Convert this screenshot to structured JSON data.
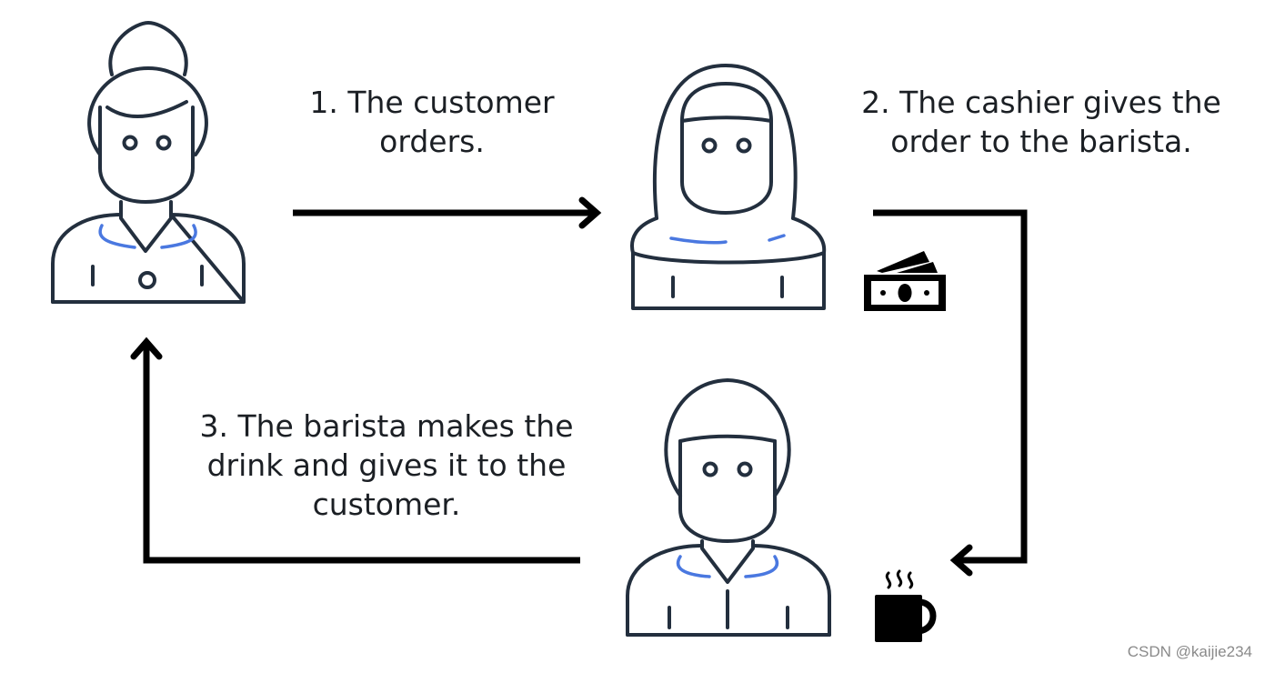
{
  "steps": {
    "step1": "1. The customer\norders.",
    "step2": "2. The cashier gives the\norder to the barista.",
    "step3": "3. The barista makes the\ndrink and gives it to the\ncustomer."
  },
  "actors": [
    {
      "role": "customer",
      "icon": "customer-person-icon"
    },
    {
      "role": "cashier",
      "icon": "cashier-person-icon"
    },
    {
      "role": "barista",
      "icon": "barista-person-icon"
    }
  ],
  "objects": [
    {
      "name": "money",
      "icon": "money-bills-icon"
    },
    {
      "name": "coffee",
      "icon": "coffee-mug-icon"
    }
  ],
  "colors": {
    "outline": "#232f3e",
    "accent": "#4a78e0",
    "arrow": "#000000"
  },
  "watermark": "CSDN @kaijie234"
}
